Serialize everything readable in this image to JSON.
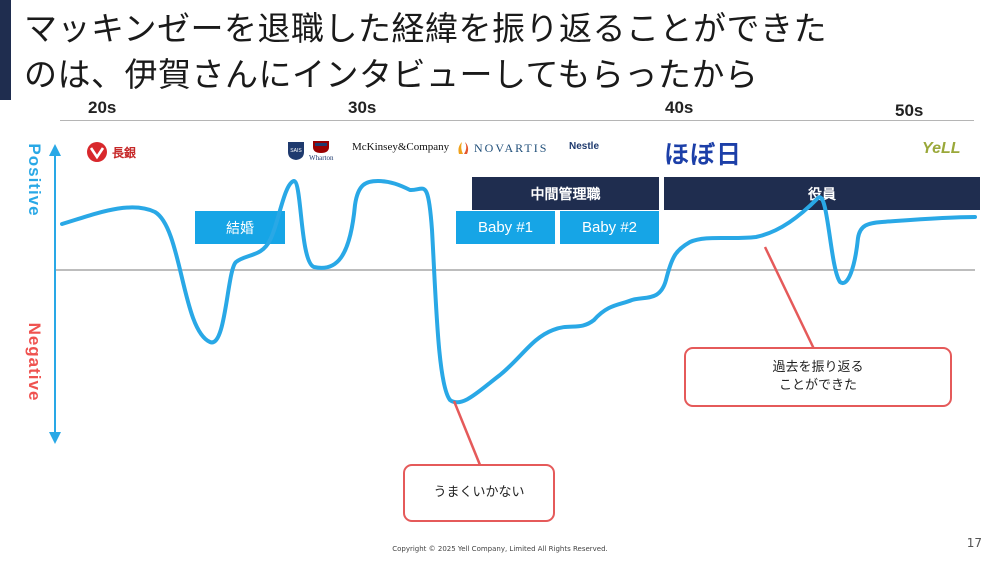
{
  "title": {
    "line1": "マッキンゼーを退職した経緯を振り返ることができた",
    "line2": "のは、伊賀さんにインタビューしてもらったから"
  },
  "axis": {
    "positive": "Positive",
    "negative": "Negative"
  },
  "decades": [
    "20s",
    "30s",
    "40s",
    "50s"
  ],
  "logos": {
    "chogin": "長銀",
    "sais": "SAIS",
    "wharton": "Wharton",
    "mckinsey": "McKinsey&Company",
    "novartis": "NOVARTIS",
    "nestle": "Nestle",
    "hobonichi": "ほぼ日",
    "yell": "YeLL"
  },
  "stages": {
    "middle_management": "中間管理職",
    "executive": "役員"
  },
  "events": {
    "marriage": "結婚",
    "baby1": "Baby #1",
    "baby2": "Baby #2"
  },
  "callouts": {
    "reflect_line1": "過去を振り返る",
    "reflect_line2": "ことができた",
    "struggle": "うまくいかない"
  },
  "colors": {
    "curve": "#29a8e6",
    "navy": "#1f2d4f",
    "event": "#16a5e6",
    "callout_border": "#e55a5a",
    "negative": "#ef5350"
  },
  "footer": {
    "copyright": "Copyright © 2025 Yell Company, Limited All Rights Reserved.",
    "page": "17"
  }
}
